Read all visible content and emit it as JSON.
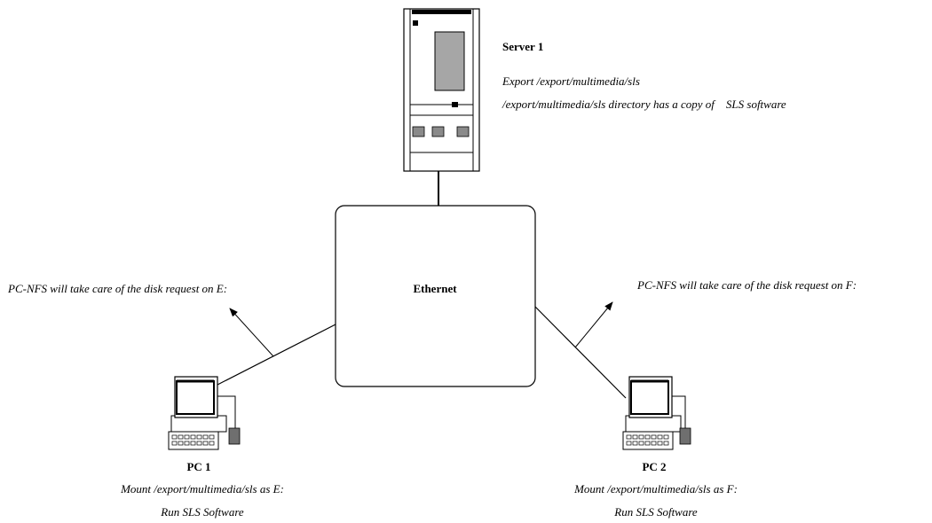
{
  "server": {
    "title": "Server 1",
    "line1": "Export /export/multimedia/sls",
    "line2": "/export/multimedia/sls directory has a copy of    SLS software"
  },
  "network": {
    "label": "Ethernet"
  },
  "annotations": {
    "left": "PC-NFS will take care of the disk request on E:",
    "right": "PC-NFS will take care of the disk request on F:"
  },
  "pc1": {
    "title": "PC 1",
    "line1": "Mount /export/multimedia/sls as E:",
    "line2": "Run SLS Software"
  },
  "pc2": {
    "title": "PC 2",
    "line1": "Mount /export/multimedia/sls as F:",
    "line2": "Run SLS Software"
  },
  "colors": {
    "stroke": "#000000",
    "panel_gray": "#a6a6a6",
    "dark_gray": "#6f6f6f"
  }
}
